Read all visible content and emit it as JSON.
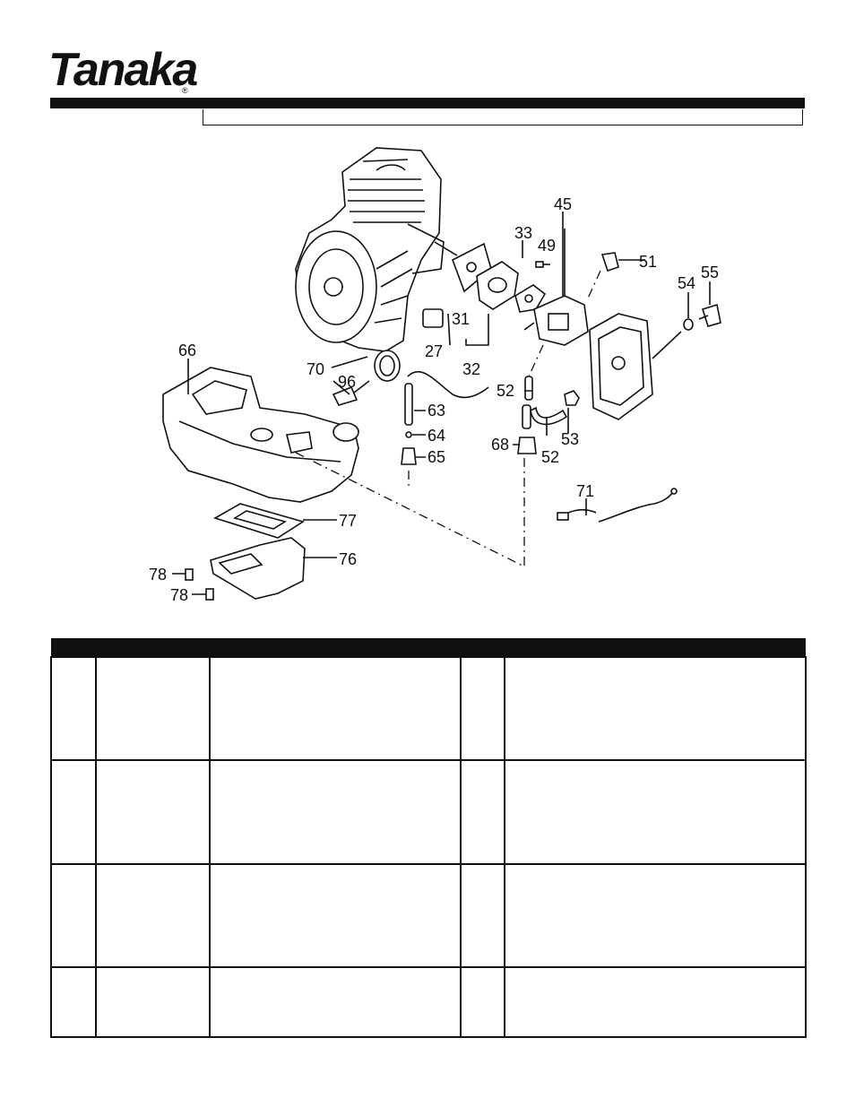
{
  "brand": {
    "name": "Tanaka",
    "registered_mark": "®"
  },
  "header": {
    "title": ""
  },
  "callouts": [
    "45",
    "33",
    "49",
    "51",
    "54",
    "55",
    "31",
    "27",
    "32",
    "66",
    "70",
    "96",
    "52",
    "63",
    "64",
    "65",
    "68",
    "53",
    "52",
    "71",
    "77",
    "76",
    "78",
    "78"
  ],
  "table": {
    "headers": [
      "",
      "",
      "",
      "",
      ""
    ],
    "rows": [
      [
        "",
        "",
        "",
        "",
        ""
      ],
      [
        "",
        "",
        "",
        "",
        ""
      ],
      [
        "",
        "",
        "",
        "",
        ""
      ],
      [
        "",
        "",
        "",
        "",
        ""
      ]
    ]
  }
}
